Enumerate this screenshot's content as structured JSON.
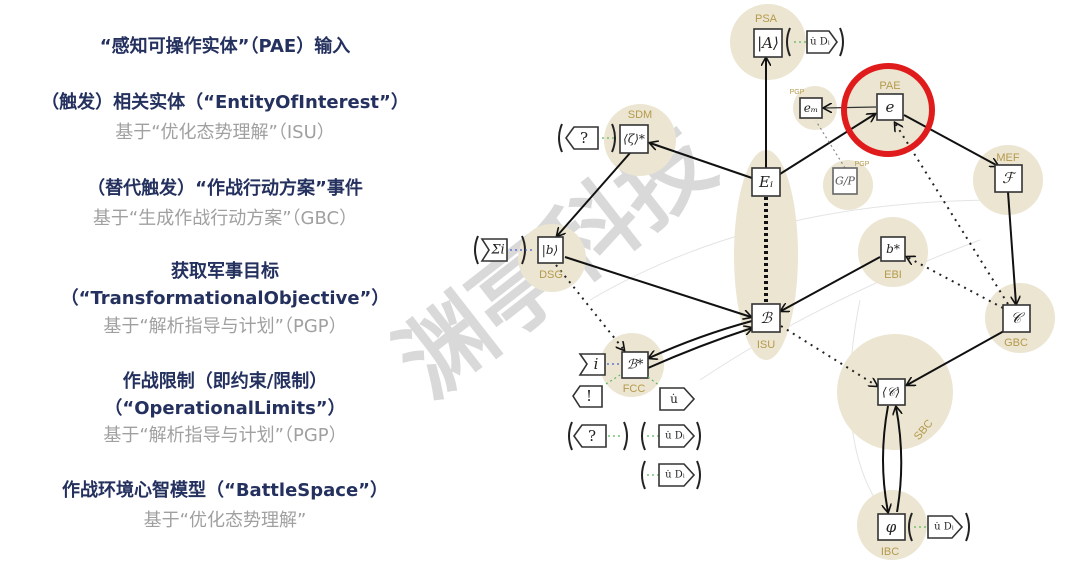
{
  "left_panel": {
    "items": [
      {
        "title": "“感知可操作实体”（PAE）输入"
      },
      {
        "title": "（触发）相关实体（“EntityOfInterest”）",
        "source": "基于“优化态势理解”（ISU）"
      },
      {
        "title": "（替代触发）“作战行动方案”事件",
        "source": "基于“生成作战行动方案”（GBC）"
      },
      {
        "title": "获取军事目标",
        "title2": "（“TransformationalObjective”）",
        "source": "基于“解析指导与计划”（PGP）"
      },
      {
        "title": "作战限制（即约束/限制）",
        "title2": "（“OperationalLimits”）",
        "source": "基于“解析指导与计划”（PGP）"
      },
      {
        "title": "作战环境心智模型（“BattleSpace”）",
        "source": "基于“优化态势理解”"
      }
    ]
  },
  "diagram": {
    "nodes": {
      "psa": {
        "label": "PSA",
        "symbol": "|A⟩"
      },
      "pae": {
        "label": "PAE",
        "symbol": "e"
      },
      "em": {
        "label": "PGP",
        "symbol": "eₘ"
      },
      "sdm": {
        "label": "SDM",
        "symbol": "⟨ζ⟩*"
      },
      "ei": {
        "symbol": "Eᵢ"
      },
      "gp": {
        "label": "PGP",
        "symbol": "G/P"
      },
      "mef": {
        "label": "MEF",
        "symbol": "ℱ"
      },
      "dsg": {
        "label": "DSG",
        "symbol": "|b⟩"
      },
      "ebi": {
        "label": "EBI",
        "symbol": "b*"
      },
      "isu": {
        "label": "ISU",
        "symbol": "ℬ"
      },
      "gbc": {
        "label": "GBC",
        "symbol": "𝒞"
      },
      "fcc": {
        "label": "FCC",
        "symbol": "ℬ*"
      },
      "sbc": {
        "label": "SBC",
        "symbol": "⟨𝒞⟩"
      },
      "ibc": {
        "label": "IBC",
        "symbol": "φ"
      }
    },
    "side": {
      "query": "?",
      "sum_i": "Σi",
      "i": "i",
      "alert": "!",
      "u": "u̇",
      "u_d": "u̇ Dᵢ"
    },
    "highlight_color": "#e01b1b",
    "bubble_color": "#ebe5d2"
  },
  "watermark": "渊亭科技"
}
